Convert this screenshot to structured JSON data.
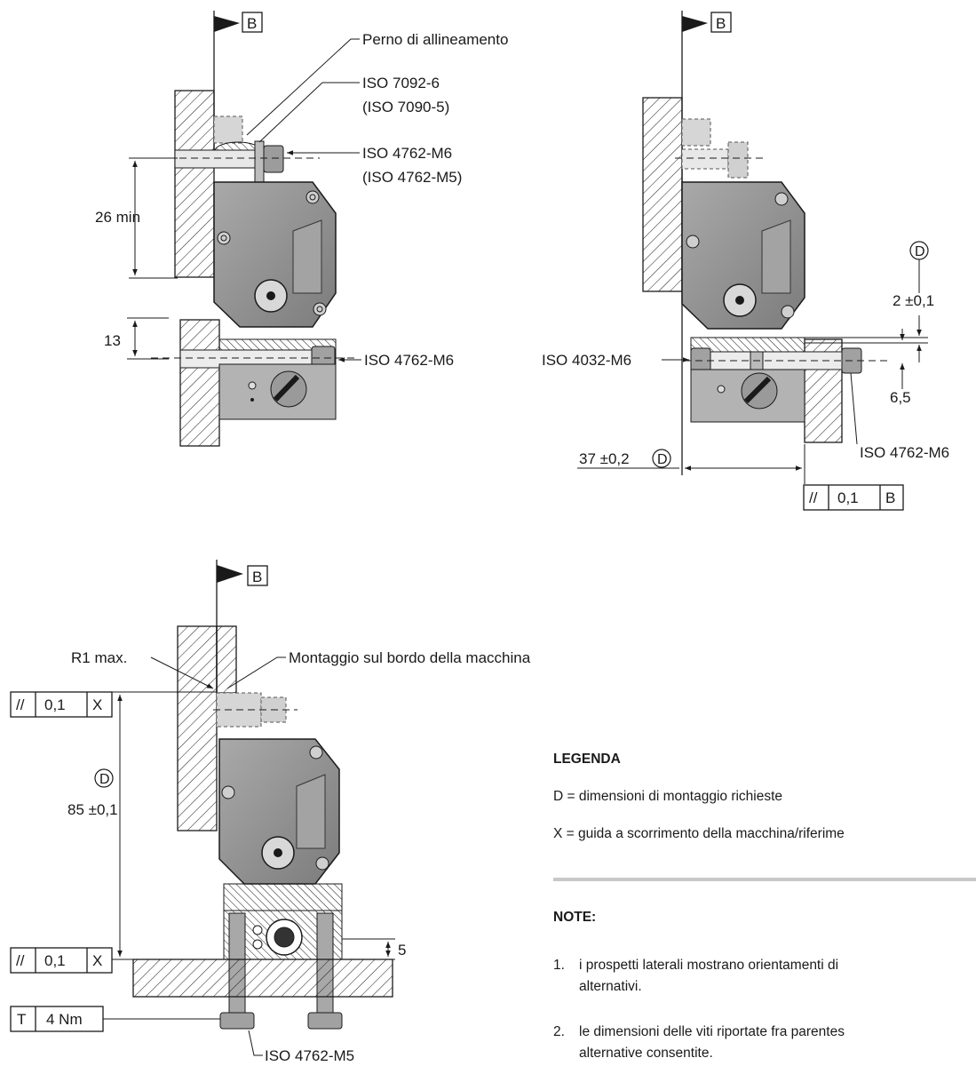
{
  "labels": {
    "datum_b": "B",
    "perno": "Perno di allineamento",
    "iso_7092": "ISO 7092-6",
    "iso_7090": "(ISO 7090-5)",
    "iso_4762_m6": "ISO 4762-M6",
    "iso_4762_m5_paren": "(ISO 4762-M5)",
    "dim_26": "26 min",
    "dim_13": "13",
    "iso_4032": "ISO 4032-M6",
    "circle_d": "D",
    "dim_2": "2 ±0,1",
    "dim_6_5": "6,5",
    "dim_37": "37 ±0,2",
    "tol_sym": "//",
    "tol_val": "0,1",
    "ref_x": "X",
    "r1": "R1 max.",
    "montaggio": "Montaggio sul bordo della macchina",
    "dim_85": "85 ±0,1",
    "dim_5": "5",
    "torque_t": "T",
    "torque_val": "4 Nm",
    "iso_4762_m5": "ISO 4762-M5"
  },
  "legend": {
    "title": "LEGENDA",
    "d_line": "D = dimensioni di montaggio richieste",
    "x_line": "X = guida a scorrimento della macchina/riferime"
  },
  "notes": {
    "title": "NOTE:",
    "n1_num": "1.",
    "n1_line1": "i prospetti laterali mostrano orientamenti di",
    "n1_line2": "alternativi.",
    "n2_num": "2.",
    "n2_line1": "le dimensioni delle viti riportate fra parentes",
    "n2_line2": "alternative consentite."
  },
  "colors": {
    "ink": "#1a1a1a",
    "body_fill": "#8e8e8e",
    "body_light": "#b5b5b5",
    "rule": "#c8c8c8"
  }
}
